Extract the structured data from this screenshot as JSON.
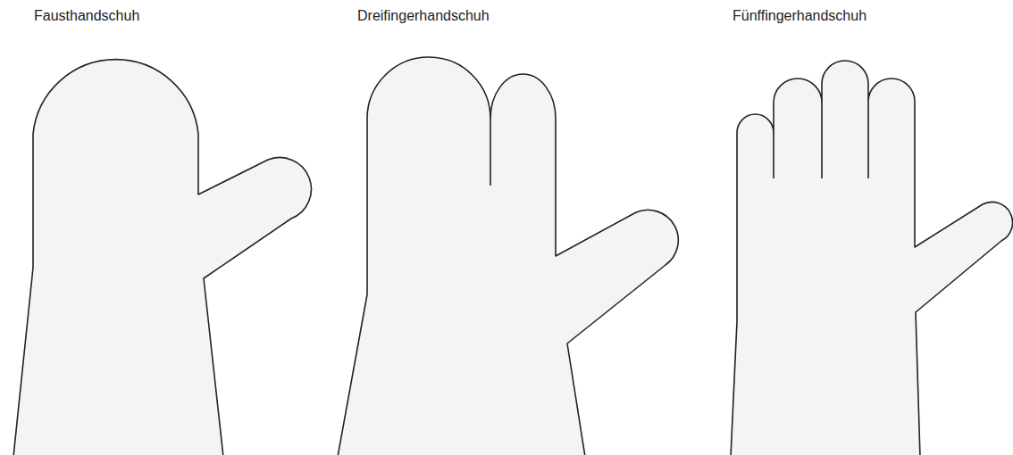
{
  "diagram": {
    "labels": [
      "Fausthandschuh",
      "Dreifingerhandschuh",
      "Fünffingerhandschuh"
    ]
  }
}
